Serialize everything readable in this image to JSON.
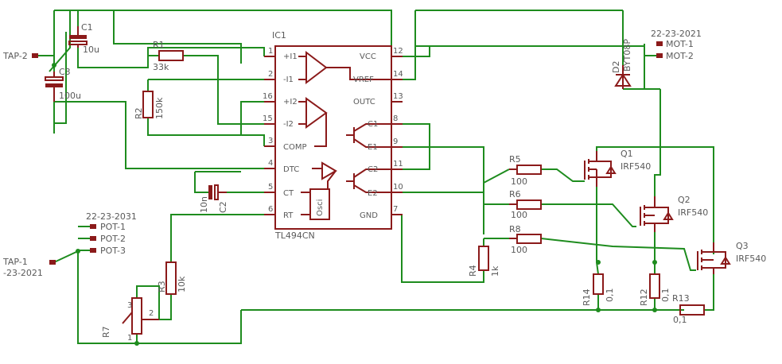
{
  "ic": {
    "name": "IC1",
    "part": "TL494CN",
    "pins_left": [
      {
        "num": "1",
        "label": "+I1"
      },
      {
        "num": "2",
        "label": "-I1"
      },
      {
        "num": "16",
        "label": "+I2"
      },
      {
        "num": "15",
        "label": "-I2"
      },
      {
        "num": "3",
        "label": "COMP"
      },
      {
        "num": "4",
        "label": "DTC"
      },
      {
        "num": "5",
        "label": "CT"
      },
      {
        "num": "6",
        "label": "RT"
      }
    ],
    "pins_right": [
      {
        "num": "12",
        "label": "VCC"
      },
      {
        "num": "14",
        "label": "VREF"
      },
      {
        "num": "13",
        "label": "OUTC"
      },
      {
        "num": "8",
        "label": "C1"
      },
      {
        "num": "9",
        "label": "E1"
      },
      {
        "num": "11",
        "label": "C2"
      },
      {
        "num": "10",
        "label": "E2"
      },
      {
        "num": "7",
        "label": "GND"
      }
    ],
    "osc_label": "Osci"
  },
  "components": {
    "c1": {
      "name": "C1",
      "value": "10u"
    },
    "c3": {
      "name": "C3",
      "value": "100u"
    },
    "c2": {
      "name": "C2",
      "value": "10n"
    },
    "r1": {
      "name": "R1",
      "value": "33k"
    },
    "r2": {
      "name": "R2",
      "value": "150k"
    },
    "r3": {
      "name": "R3",
      "value": "10k"
    },
    "r4": {
      "name": "R4",
      "value": "1k"
    },
    "r5": {
      "name": "R5",
      "value": "100"
    },
    "r6": {
      "name": "R6",
      "value": "100"
    },
    "r8": {
      "name": "R8",
      "value": "100"
    },
    "r12": {
      "name": "R12",
      "value": "0,1"
    },
    "r13": {
      "name": "R13",
      "value": "0,1"
    },
    "r14": {
      "name": "R14",
      "value": "0,1"
    },
    "r7": {
      "name": "R7",
      "pin1": "1",
      "pin2": "2",
      "pin3": "3"
    },
    "q1": {
      "name": "Q1",
      "part": "IRF540"
    },
    "q2": {
      "name": "Q2",
      "part": "IRF540"
    },
    "q3": {
      "name": "Q3",
      "part": "IRF540"
    },
    "d2": {
      "name": "D2",
      "part": "BYT08P"
    }
  },
  "connectors": {
    "tap2": "TAP-2",
    "tap1": "TAP-1",
    "tap1_sub": "-23-2021",
    "pot_header": "22-23-2031",
    "pot1": "POT-1",
    "pot2": "POT-2",
    "pot3": "POT-3",
    "mot_header": "22-23-2021",
    "mot1": "MOT-1",
    "mot2": "MOT-2"
  },
  "colors": {
    "wire": "#1e8c1e",
    "component": "#8b1a1a",
    "text": "#5a5a5a"
  }
}
